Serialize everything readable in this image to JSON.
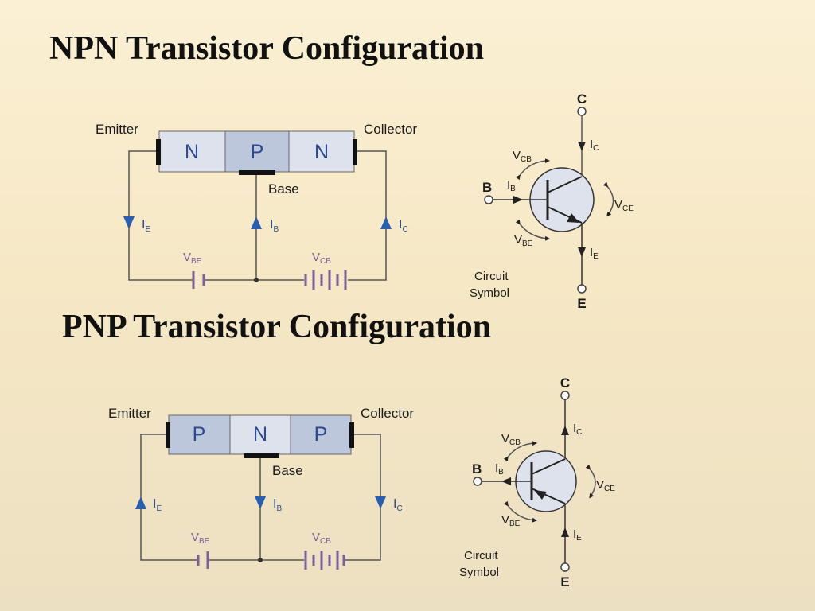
{
  "titles": {
    "npn": "NPN Transistor Configuration",
    "pnp": "PNP Transistor Configuration"
  },
  "npn": {
    "emitter_label": "Emitter",
    "collector_label": "Collector",
    "base_label": "Base",
    "segments": [
      "N",
      "P",
      "N"
    ],
    "current_e": "I",
    "current_e_sub": "E",
    "current_b": "I",
    "current_b_sub": "B",
    "current_c": "I",
    "current_c_sub": "C",
    "vbe": "V",
    "vbe_sub": "BE",
    "vcb": "V",
    "vcb_sub": "CB",
    "symbol": {
      "terminal_c": "C",
      "terminal_b": "B",
      "terminal_e": "E",
      "ic": "I",
      "ic_sub": "C",
      "ib": "I",
      "ib_sub": "B",
      "ie": "I",
      "ie_sub": "E",
      "vcb": "V",
      "vcb_sub": "CB",
      "vce": "V",
      "vce_sub": "CE",
      "vbe": "V",
      "vbe_sub": "BE",
      "caption_line1": "Circuit",
      "caption_line2": "Symbol"
    }
  },
  "pnp": {
    "emitter_label": "Emitter",
    "collector_label": "Collector",
    "base_label": "Base",
    "segments": [
      "P",
      "N",
      "P"
    ],
    "current_e": "I",
    "current_e_sub": "E",
    "current_b": "I",
    "current_b_sub": "B",
    "current_c": "I",
    "current_c_sub": "C",
    "vbe": "V",
    "vbe_sub": "BE",
    "vcb": "V",
    "vcb_sub": "CB",
    "symbol": {
      "terminal_c": "C",
      "terminal_b": "B",
      "terminal_e": "E",
      "ic": "I",
      "ic_sub": "C",
      "ib": "I",
      "ib_sub": "B",
      "ie": "I",
      "ie_sub": "E",
      "vcb": "V",
      "vcb_sub": "CB",
      "vce": "V",
      "vce_sub": "CE",
      "vbe": "V",
      "vbe_sub": "BE",
      "caption_line1": "Circuit",
      "caption_line2": "Symbol"
    }
  },
  "colors": {
    "background": "#f8ecce",
    "n_block": "#dde2ec",
    "p_block": "#bcc7dc",
    "segment_text": "#2a4a92",
    "current_arrow": "#2a5fb0",
    "battery": "#7b5e9b",
    "symbol_circle": "#dde2ec"
  }
}
